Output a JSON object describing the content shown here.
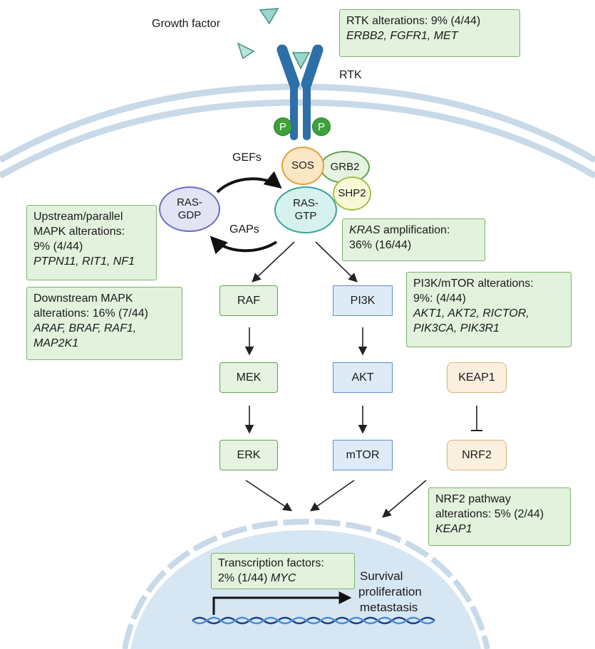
{
  "labels": {
    "growth_factor": "Growth factor",
    "rtk": "RTK",
    "gefs": "GEFs",
    "gaps": "GAPs",
    "p": "P",
    "outcome": [
      "Survival",
      "proliferation",
      "metastasis"
    ]
  },
  "complex": {
    "sos": "SOS",
    "grb2": "GRB2",
    "shp2": "SHP2",
    "ras_gtp": [
      "RAS-",
      "GTP"
    ],
    "ras_gdp": [
      "RAS-",
      "GDP"
    ]
  },
  "nodes": {
    "raf": "RAF",
    "mek": "MEK",
    "erk": "ERK",
    "pi3k": "PI3K",
    "akt": "AKT",
    "mtor": "mTOR",
    "keap1": "KEAP1",
    "nrf2": "NRF2"
  },
  "boxes": {
    "rtk": {
      "line1": "RTK alterations: 9% (4/44)",
      "genes": "ERBB2, FGFR1, MET"
    },
    "kras": {
      "gene": "KRAS",
      "line1_rest": " amplification:",
      "line2": "36% (16/44)"
    },
    "upstream": {
      "lines": [
        "Upstream/parallel",
        "MAPK alterations:",
        "9% (4/44)"
      ],
      "genes": "PTPN11, RIT1, NF1"
    },
    "downstream": {
      "lines": [
        "Downstream MAPK",
        "alterations: 16% (7/44)"
      ],
      "genes": [
        "ARAF, BRAF, RAF1,",
        "MAP2K1"
      ]
    },
    "pi3k": {
      "lines": [
        "PI3K/mTOR alterations:",
        "9%: (4/44)"
      ],
      "genes": [
        "AKT1, AKT2, RICTOR,",
        "PIK3CA, PIK3R1"
      ]
    },
    "nrf2": {
      "lines": [
        "NRF2 pathway",
        "alterations: 5% (2/44)"
      ],
      "genes": "KEAP1"
    },
    "tf": {
      "line1": "Transcription factors:",
      "line2_pre": "2% (1/44) ",
      "gene": "MYC"
    }
  },
  "colors": {
    "box_fill": "#e3f2dd",
    "box_border": "#7cb26b",
    "receptor": "#2e6fa8",
    "membrane": "#c8d9e8",
    "nucleus": "#d6e6f2",
    "dna_a": "#1d3f8a",
    "dna_b": "#4a8fd8",
    "phospho": "#3ea13b"
  }
}
